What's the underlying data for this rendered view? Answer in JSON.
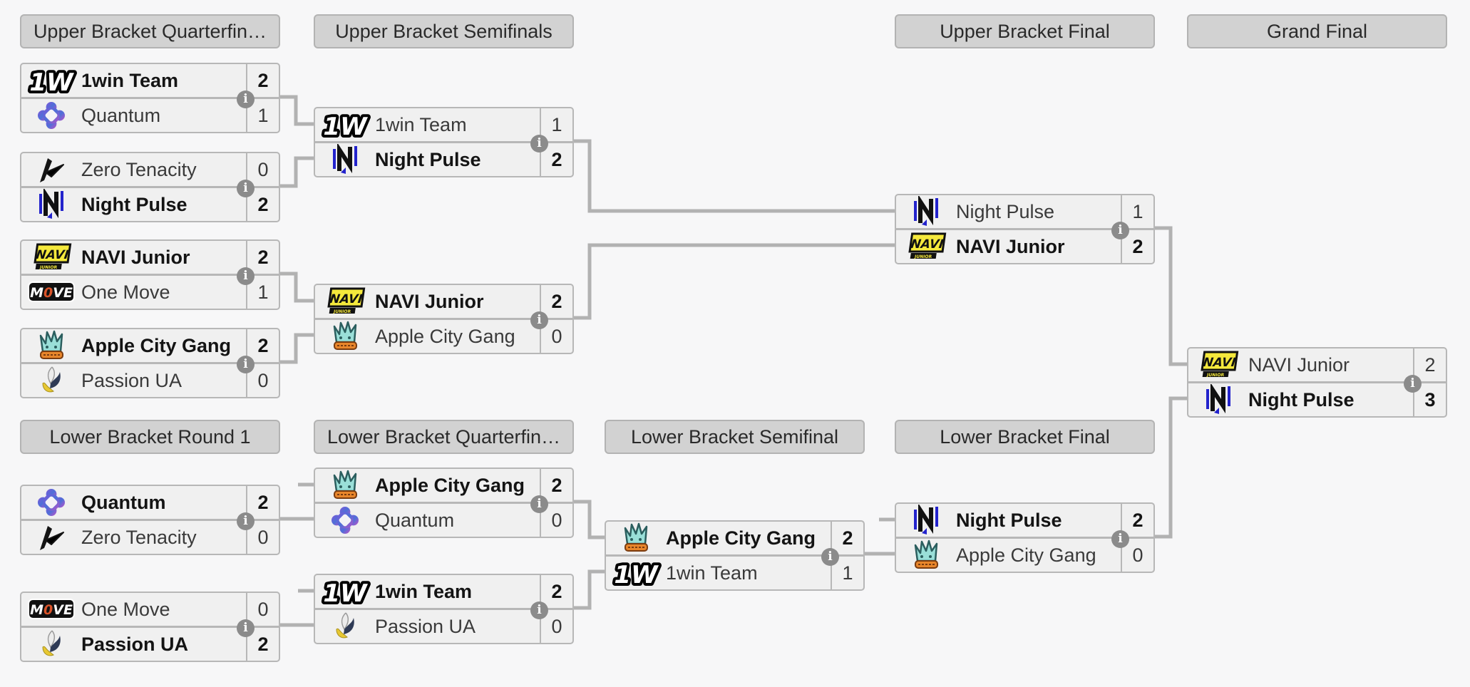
{
  "page": {
    "background": "#f7f7f8"
  },
  "colors": {
    "header_bg": "#d2d2d2",
    "row_bg": "#f0f0f0",
    "border": "#b7b7b7",
    "connector": "#b2b2b2",
    "info_icon_bg": "#8b8b8b",
    "text": "#3a3a3a",
    "winner_text": "#141414"
  },
  "info_icon": {
    "glyph": "i"
  },
  "headers": [
    {
      "id": "ub-qf",
      "label": "Upper Bracket Quarterfin…"
    },
    {
      "id": "ub-sf",
      "label": "Upper Bracket Semifinals"
    },
    {
      "id": "ub-f",
      "label": "Upper Bracket Final"
    },
    {
      "id": "gf",
      "label": "Grand Final"
    },
    {
      "id": "lb-r1",
      "label": "Lower Bracket Round 1"
    },
    {
      "id": "lb-qf",
      "label": "Lower Bracket Quarterfin…"
    },
    {
      "id": "lb-sf",
      "label": "Lower Bracket Semifinal"
    },
    {
      "id": "lb-f",
      "label": "Lower Bracket Final"
    }
  ],
  "teams": {
    "1win": {
      "name": "1win Team",
      "logo": "1win-team-icon"
    },
    "quantum": {
      "name": "Quantum",
      "logo": "quantum-icon"
    },
    "zero": {
      "name": "Zero Tenacity",
      "logo": "zero-tenacity-icon"
    },
    "night": {
      "name": "Night Pulse",
      "logo": "night-pulse-icon"
    },
    "navi": {
      "name": "NAVI Junior",
      "logo": "navi-junior-icon"
    },
    "move": {
      "name": "One Move",
      "logo": "one-move-icon"
    },
    "acg": {
      "name": "Apple City Gang",
      "logo": "apple-city-gang-icon"
    },
    "passion": {
      "name": "Passion UA",
      "logo": "passion-ua-icon"
    }
  },
  "matches": [
    {
      "id": "ubqf1",
      "round": "Upper Bracket Quarterfinals",
      "top": {
        "team": "1win",
        "score": "2",
        "winner": true
      },
      "bottom": {
        "team": "quantum",
        "score": "1",
        "winner": false
      }
    },
    {
      "id": "ubqf2",
      "round": "Upper Bracket Quarterfinals",
      "top": {
        "team": "zero",
        "score": "0",
        "winner": false
      },
      "bottom": {
        "team": "night",
        "score": "2",
        "winner": true
      }
    },
    {
      "id": "ubqf3",
      "round": "Upper Bracket Quarterfinals",
      "top": {
        "team": "navi",
        "score": "2",
        "winner": true
      },
      "bottom": {
        "team": "move",
        "score": "1",
        "winner": false
      }
    },
    {
      "id": "ubqf4",
      "round": "Upper Bracket Quarterfinals",
      "top": {
        "team": "acg",
        "score": "2",
        "winner": true
      },
      "bottom": {
        "team": "passion",
        "score": "0",
        "winner": false
      }
    },
    {
      "id": "ubsf1",
      "round": "Upper Bracket Semifinals",
      "top": {
        "team": "1win",
        "score": "1",
        "winner": false
      },
      "bottom": {
        "team": "night",
        "score": "2",
        "winner": true
      }
    },
    {
      "id": "ubsf2",
      "round": "Upper Bracket Semifinals",
      "top": {
        "team": "navi",
        "score": "2",
        "winner": true
      },
      "bottom": {
        "team": "acg",
        "score": "0",
        "winner": false
      }
    },
    {
      "id": "ubf",
      "round": "Upper Bracket Final",
      "top": {
        "team": "night",
        "score": "1",
        "winner": false
      },
      "bottom": {
        "team": "navi",
        "score": "2",
        "winner": true
      }
    },
    {
      "id": "gf",
      "round": "Grand Final",
      "top": {
        "team": "navi",
        "score": "2",
        "winner": false
      },
      "bottom": {
        "team": "night",
        "score": "3",
        "winner": true
      }
    },
    {
      "id": "lbr1m1",
      "round": "Lower Bracket Round 1",
      "top": {
        "team": "quantum",
        "score": "2",
        "winner": true
      },
      "bottom": {
        "team": "zero",
        "score": "0",
        "winner": false
      }
    },
    {
      "id": "lbr1m2",
      "round": "Lower Bracket Round 1",
      "top": {
        "team": "move",
        "score": "0",
        "winner": false
      },
      "bottom": {
        "team": "passion",
        "score": "2",
        "winner": true
      }
    },
    {
      "id": "lbqf1",
      "round": "Lower Bracket Quarterfinals",
      "top": {
        "team": "acg",
        "score": "2",
        "winner": true
      },
      "bottom": {
        "team": "quantum",
        "score": "0",
        "winner": false
      }
    },
    {
      "id": "lbqf2",
      "round": "Lower Bracket Quarterfinals",
      "top": {
        "team": "1win",
        "score": "2",
        "winner": true
      },
      "bottom": {
        "team": "passion",
        "score": "0",
        "winner": false
      }
    },
    {
      "id": "lbsf",
      "round": "Lower Bracket Semifinal",
      "top": {
        "team": "acg",
        "score": "2",
        "winner": true
      },
      "bottom": {
        "team": "1win",
        "score": "1",
        "winner": false
      }
    },
    {
      "id": "lbf",
      "round": "Lower Bracket Final",
      "top": {
        "team": "night",
        "score": "2",
        "winner": true
      },
      "bottom": {
        "team": "acg",
        "score": "0",
        "winner": false
      }
    }
  ]
}
